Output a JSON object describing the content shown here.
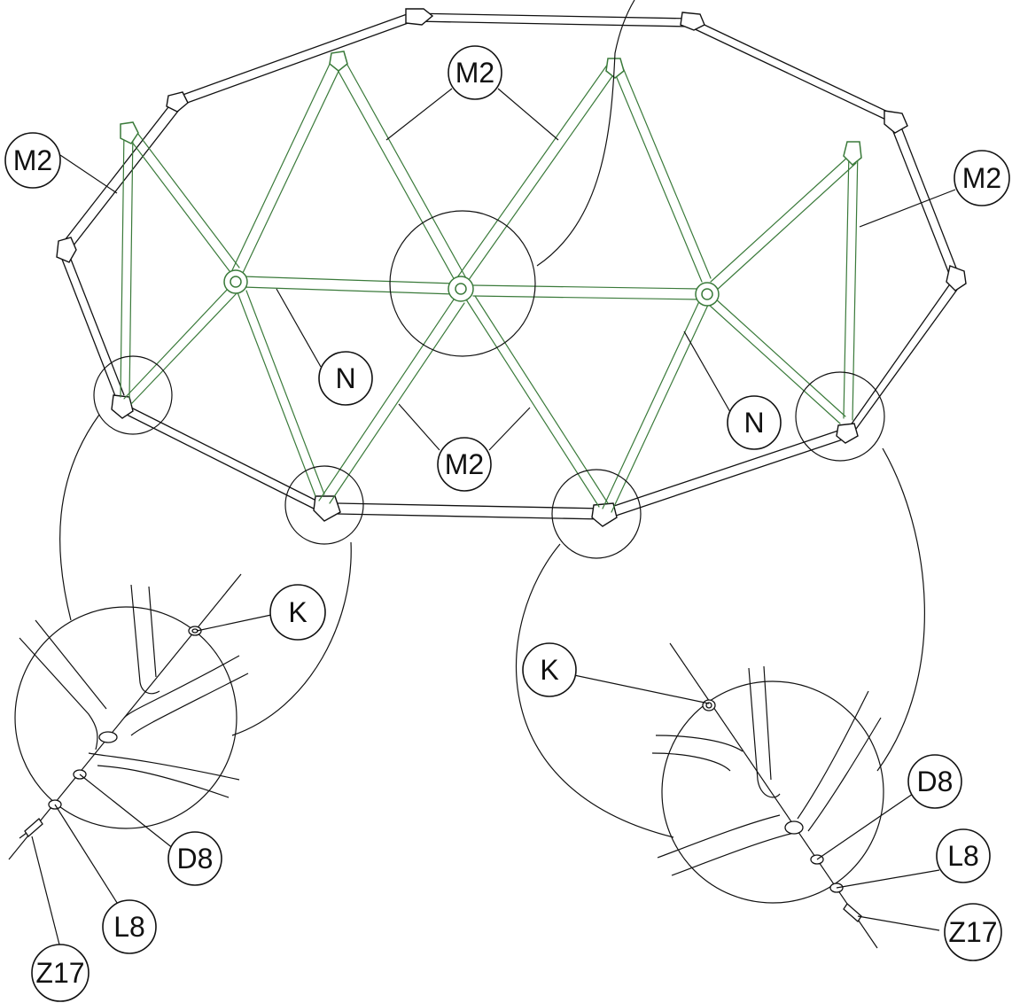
{
  "labels": {
    "m2_top": "M2",
    "m2_left": "M2",
    "m2_right": "M2",
    "m2_bottom": "M2",
    "n_left": "N",
    "n_right": "N",
    "k_left": "K",
    "k_right": "K",
    "d8_left": "D8",
    "d8_right": "D8",
    "l8_left": "L8",
    "l8_right": "L8",
    "z17_left": "Z17",
    "z17_right": "Z17"
  },
  "colors": {
    "frame_outline": "#111111",
    "green_struts": "#3a7a3a"
  }
}
